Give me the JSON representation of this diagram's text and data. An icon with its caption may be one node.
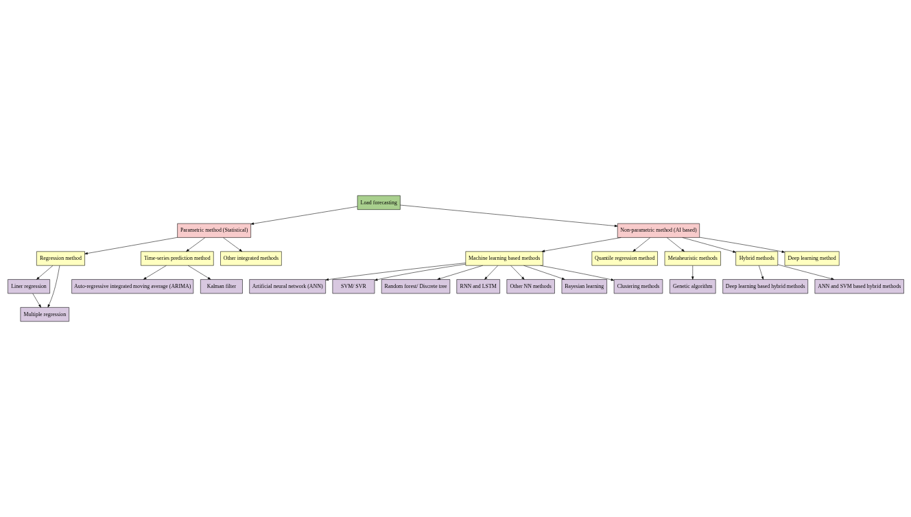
{
  "diagram": {
    "nodes": [
      {
        "text": [
          "Load forecasting"
        ]
      },
      {
        "text": [
          "Parametric method (Statistical)"
        ]
      },
      {
        "text": [
          "Non-parametric method (AI based)"
        ]
      },
      {
        "text": [
          "Regression method"
        ]
      },
      {
        "text": [
          "Time-series prediction method"
        ]
      },
      {
        "text": [
          "Other integrated methods"
        ]
      },
      {
        "text": [
          "Machine learning based methods"
        ]
      },
      {
        "text": [
          "Quantile regression method"
        ]
      },
      {
        "text": [
          "Metaheuristic methods"
        ]
      },
      {
        "text": [
          "Hybrid methods"
        ]
      },
      {
        "text": [
          "Liner regression"
        ]
      },
      {
        "text": [
          "Multiple regression"
        ]
      },
      {
        "text": [
          "Auto-regressive integrated moving average (ARIMA)"
        ]
      },
      {
        "text": [
          "Kalman filter"
        ]
      },
      {
        "text": [
          "Deep learning method"
        ]
      },
      {
        "text": [
          "Artificial neural network (ANN)"
        ]
      },
      {
        "text": [
          "SVM/ SVR"
        ]
      },
      {
        "text": [
          "Random forest/ Discrete tree"
        ]
      },
      {
        "text": [
          "RNN and LSTM"
        ]
      },
      {
        "text": [
          "Other NN methods"
        ]
      },
      {
        "text": [
          "Bayesian learning"
        ]
      },
      {
        "text": [
          "Clustering methods"
        ]
      },
      {
        "text": [
          "Genetic algorithm"
        ]
      },
      {
        "text": [
          "Deep learning based hybrid methods"
        ]
      },
      {
        "text": [
          "ANN and SVM based hybrid methods"
        ]
      }
    ],
    "edges": [
      {
        "from": 0,
        "to": 1,
        "arrow": "to"
      },
      {
        "from": 0,
        "to": 2,
        "arrow": "to"
      },
      {
        "from": 1,
        "to": 3,
        "arrow": "to"
      },
      {
        "from": 1,
        "to": 4,
        "arrow": "to"
      },
      {
        "from": 1,
        "to": 5,
        "arrow": "to"
      },
      {
        "from": 2,
        "to": 6,
        "arrow": "to"
      },
      {
        "from": 2,
        "to": 7,
        "arrow": "to"
      },
      {
        "from": 2,
        "to": 14,
        "arrow": "to"
      },
      {
        "from": 2,
        "to": 8,
        "arrow": "to"
      },
      {
        "from": 2,
        "to": 9,
        "arrow": "to"
      },
      {
        "from": 3,
        "to": 10,
        "arrow": "to"
      },
      {
        "from": 3,
        "to": 11,
        "arrow": "to"
      },
      {
        "from": 10,
        "to": 11,
        "arrow": "to"
      },
      {
        "from": 4,
        "to": 12,
        "arrow": "to"
      },
      {
        "from": 4,
        "to": 13,
        "arrow": "to"
      },
      {
        "from": 6,
        "to": 15,
        "arrow": "to"
      },
      {
        "from": 6,
        "to": 16,
        "arrow": "to"
      },
      {
        "from": 6,
        "to": 17,
        "arrow": "to"
      },
      {
        "from": 6,
        "to": 18,
        "arrow": "to"
      },
      {
        "from": 6,
        "to": 19,
        "arrow": "to"
      },
      {
        "from": 6,
        "to": 20,
        "arrow": "to"
      },
      {
        "from": 6,
        "to": 21,
        "arrow": "to"
      },
      {
        "from": 8,
        "to": 22,
        "arrow": "to"
      },
      {
        "from": 9,
        "to": 23,
        "arrow": "to"
      },
      {
        "from": 9,
        "to": 24,
        "arrow": "to"
      }
    ]
  }
}
